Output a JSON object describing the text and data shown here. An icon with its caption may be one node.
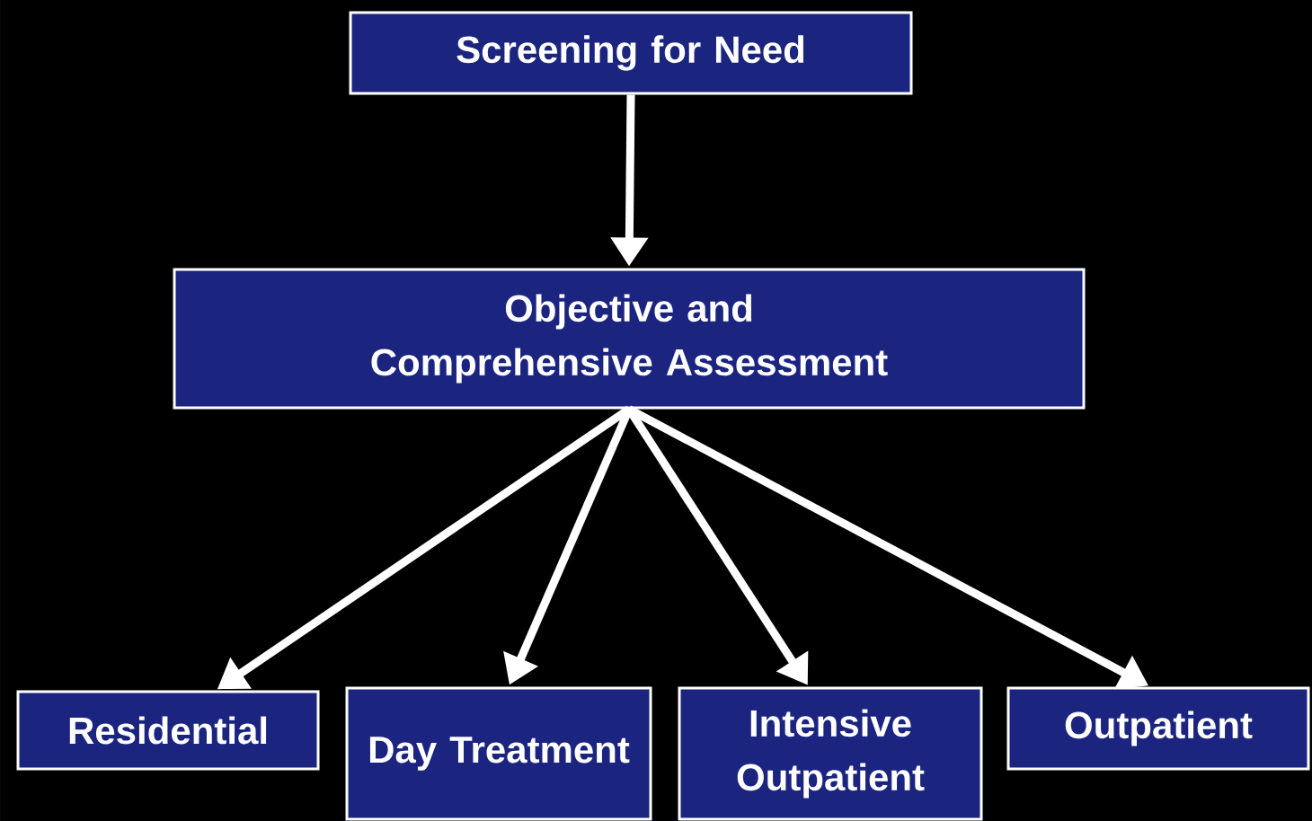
{
  "diagram": {
    "nodes": [
      {
        "text": [
          "Screening for Need"
        ]
      },
      {
        "text": [
          "Objective and Comprehensive Assessment"
        ]
      },
      {
        "text": [
          "Residential"
        ]
      },
      {
        "text": [
          "Day Treatment"
        ]
      },
      {
        "text": [
          "Intensive Outpatient"
        ]
      },
      {
        "text": [
          "Outpatient"
        ]
      }
    ],
    "edges": [
      {
        "from": 0,
        "to": 1,
        "arrow": "to"
      },
      {
        "from": 1,
        "to": 2,
        "arrow": "to"
      },
      {
        "from": 1,
        "to": 3,
        "arrow": "to"
      },
      {
        "from": 1,
        "to": 4,
        "arrow": "to"
      },
      {
        "from": 1,
        "to": 5,
        "arrow": "to"
      }
    ]
  }
}
